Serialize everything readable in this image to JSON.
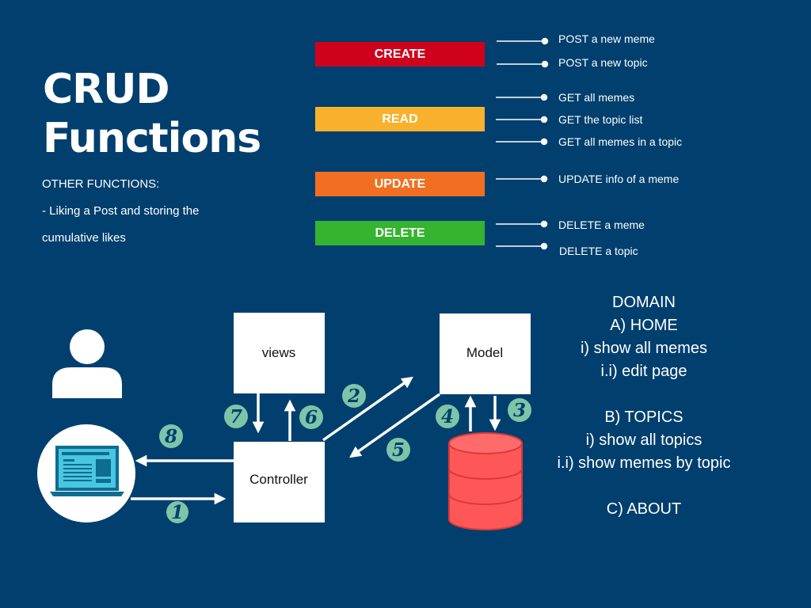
{
  "title": {
    "line1": "CRUD",
    "line2": "Functions"
  },
  "other_functions": {
    "heading": "OTHER FUNCTIONS:",
    "line1": "- Liking a Post and storing the",
    "line2": "cumulative likes"
  },
  "crud": [
    {
      "label": "CREATE",
      "color": "#d0021b"
    },
    {
      "label": "READ",
      "color": "#f8b12c"
    },
    {
      "label": "UPDATE",
      "color": "#f26f21"
    },
    {
      "label": "DELETE",
      "color": "#35b42f"
    }
  ],
  "operations": {
    "create": [
      "POST a new meme",
      "POST a new topic"
    ],
    "read": [
      "GET all memes",
      "GET the topic list",
      "GET all memes in a topic"
    ],
    "update": [
      "UPDATE info of a meme"
    ],
    "delete": [
      "DELETE a meme",
      "DELETE a topic"
    ]
  },
  "mvc": {
    "views": "views",
    "model": "Model",
    "controller": "Controller",
    "steps": [
      "1",
      "2",
      "3",
      "4",
      "5",
      "6",
      "7",
      "8"
    ],
    "badge_color": "#7ec4a8",
    "db_color": "#ff5757"
  },
  "domain": {
    "heading": "DOMAIN",
    "home": "A) HOME",
    "home_1": "i) show all memes",
    "home_2": "i.i) edit page",
    "topics": "B) TOPICS",
    "topics_1": "i) show all topics",
    "topics_2": "i.i) show memes by topic",
    "about": "C) ABOUT"
  },
  "icons": [
    "user-icon",
    "laptop-icon",
    "database-icon"
  ]
}
